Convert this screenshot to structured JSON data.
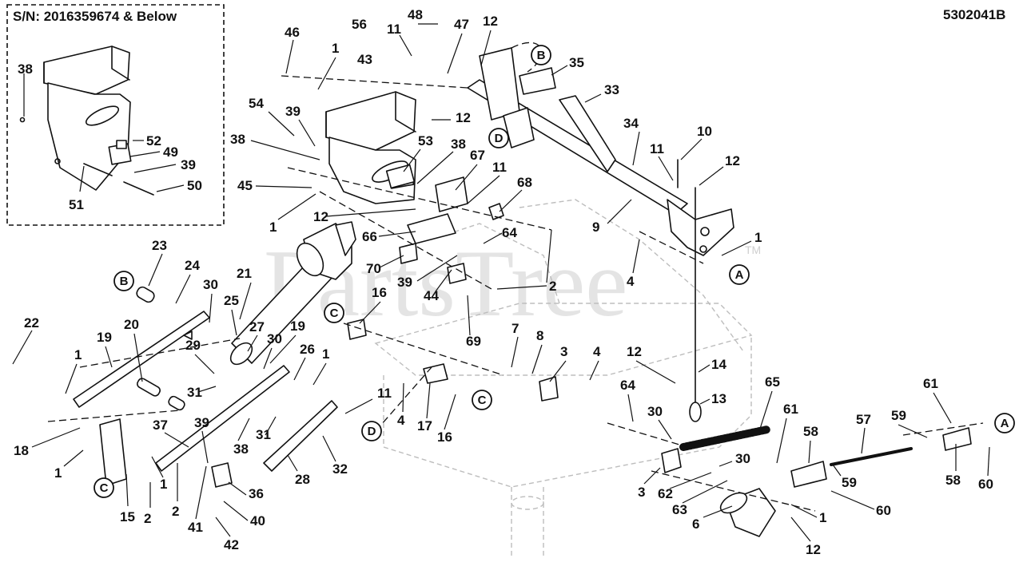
{
  "header": {
    "drawing_number": "5302041B",
    "inset_title": "S/N: 2016359674 & Below"
  },
  "watermark": {
    "text": "PartsTree",
    "tm": "TM"
  },
  "callouts": {
    "A": "A",
    "B": "B",
    "C": "C",
    "D": "D"
  },
  "part_labels": [
    "1",
    "2",
    "3",
    "4",
    "6",
    "7",
    "8",
    "9",
    "10",
    "11",
    "12",
    "13",
    "14",
    "15",
    "16",
    "17",
    "18",
    "19",
    "20",
    "21",
    "22",
    "23",
    "24",
    "25",
    "26",
    "27",
    "28",
    "29",
    "30",
    "31",
    "32",
    "33",
    "34",
    "35",
    "36",
    "37",
    "38",
    "39",
    "40",
    "41",
    "42",
    "43",
    "44",
    "45",
    "46",
    "47",
    "48",
    "49",
    "50",
    "51",
    "52",
    "53",
    "54",
    "56",
    "57",
    "58",
    "59",
    "60",
    "61",
    "62",
    "63",
    "64",
    "65",
    "66",
    "67",
    "68",
    "69",
    "70"
  ],
  "colors": {
    "ink": "#111111",
    "ghost_frame": "#bdbdbd",
    "watermark": "#cfcfcf"
  }
}
